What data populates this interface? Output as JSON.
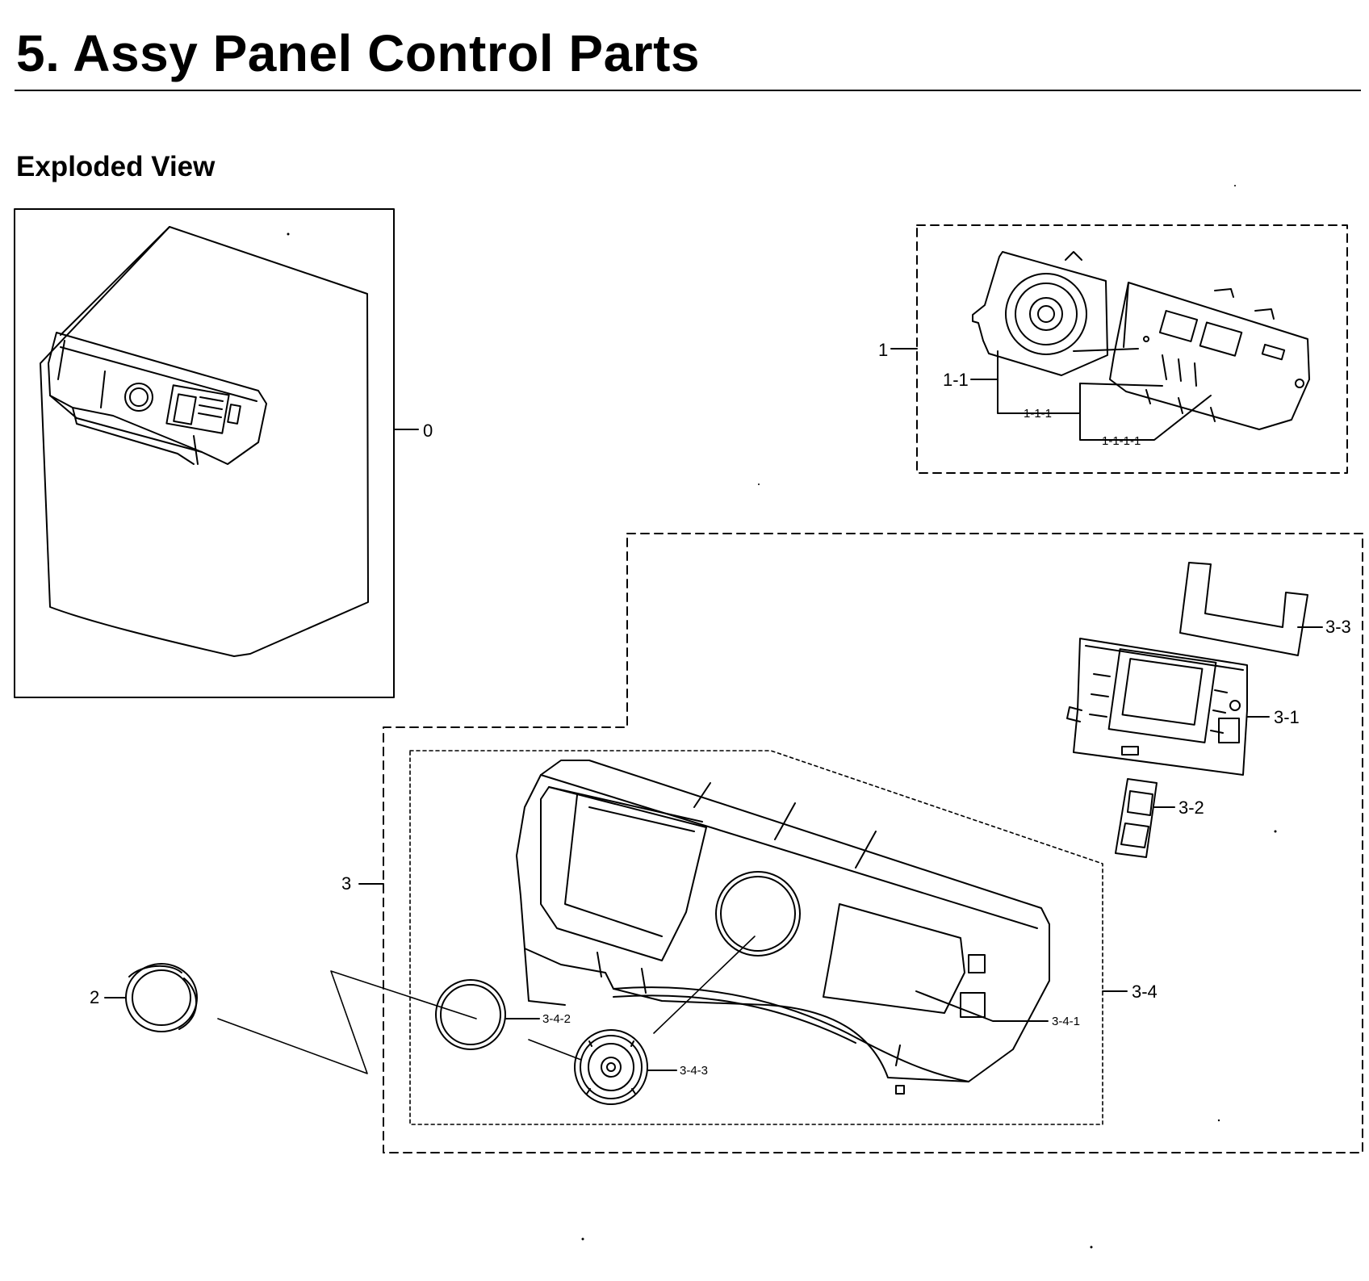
{
  "heading": {
    "title": "5.  Assy Panel Control Parts",
    "subtitle": "Exploded View"
  },
  "callouts": [
    "0",
    "1",
    "1-1",
    "1-1-1",
    "1-1-1-1",
    "2",
    "3",
    "3-1",
    "3-2",
    "3-3",
    "3-4",
    "3-4-1",
    "3-4-2",
    "3-4-3"
  ],
  "colors": {
    "line": "#000000",
    "background": "#ffffff"
  }
}
